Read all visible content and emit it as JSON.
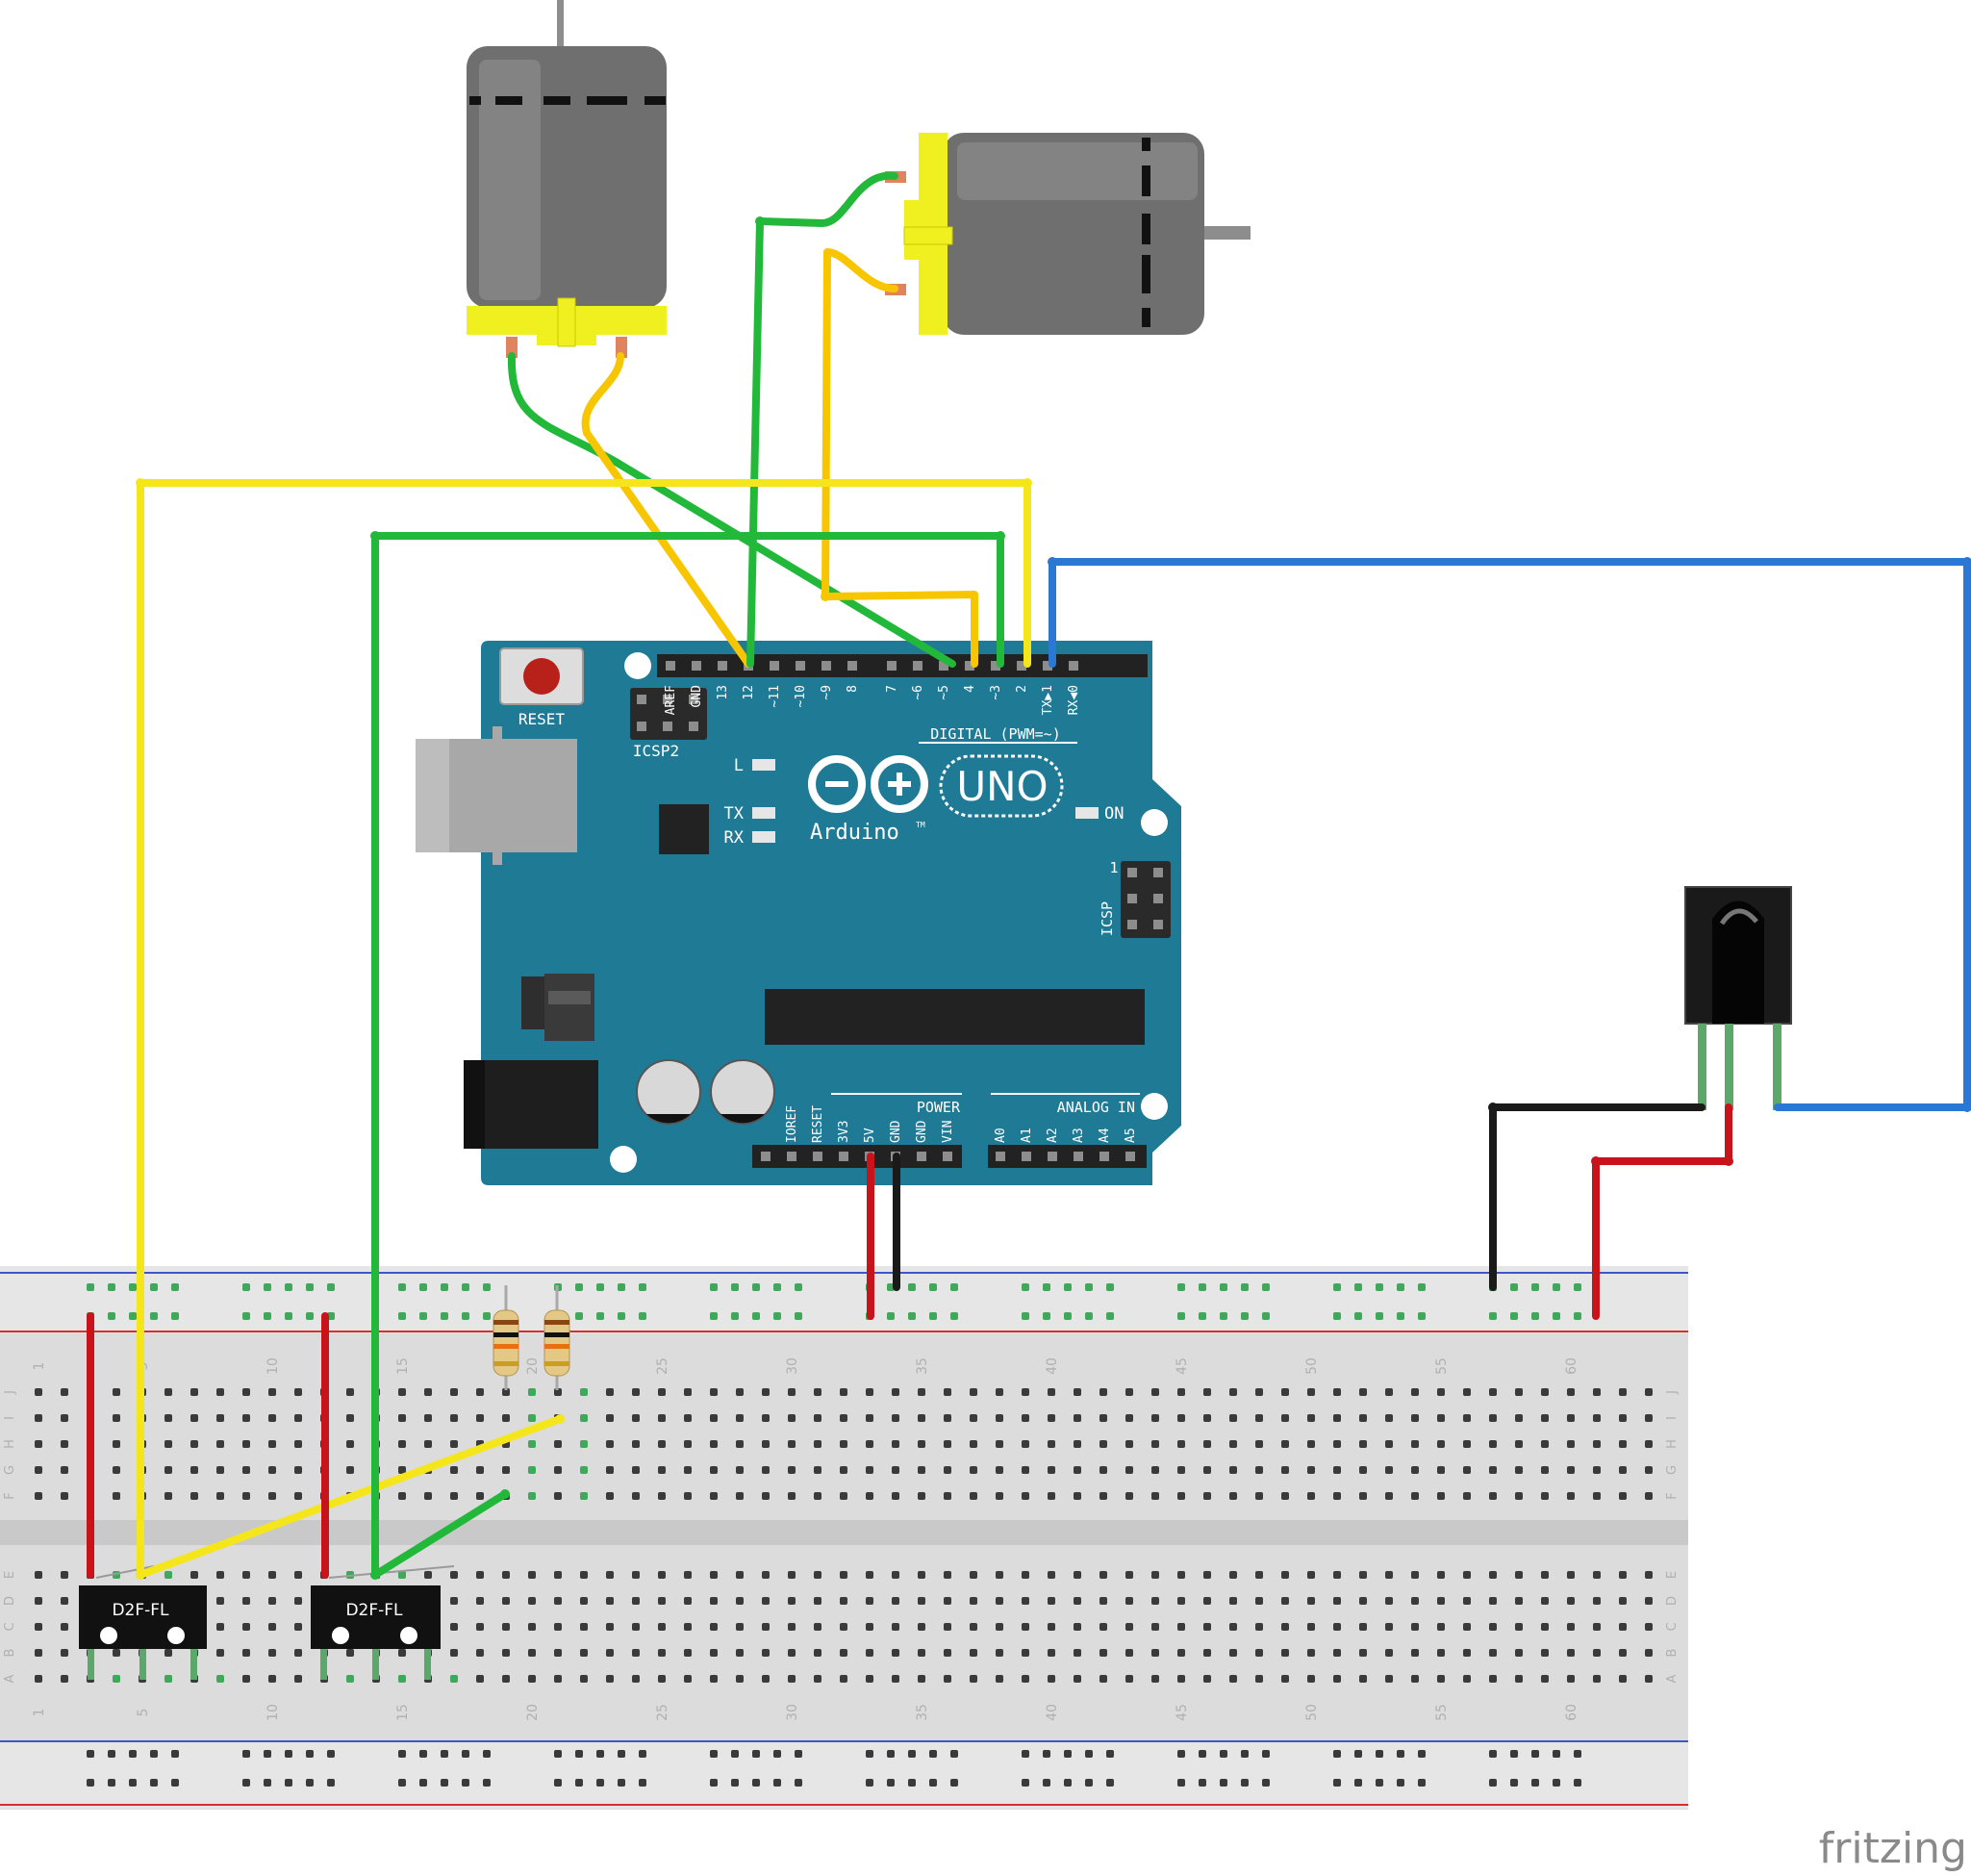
{
  "arduino": {
    "reset": "RESET",
    "icsp2": "ICSP2",
    "icsp": "ICSP",
    "icsp_pin1": "1",
    "led_l": "L",
    "tx": "TX",
    "rx": "RX",
    "on": "ON",
    "logo_uno": "UNO",
    "logo_brand": "Arduino",
    "logo_tm": "TM",
    "digital_label": "DIGITAL (PWM=~)",
    "power_label": "POWER",
    "analog_label": "ANALOG IN",
    "digital_pins": [
      "AREF",
      "GND",
      "13",
      "12",
      "~11",
      "~10",
      "~9",
      "8",
      "7",
      "~6",
      "~5",
      "4",
      "~3",
      "2",
      "TX▶1",
      "RX◀0"
    ],
    "power_pins": [
      "IOREF",
      "RESET",
      "3V3",
      "5V",
      "GND",
      "GND",
      "VIN"
    ],
    "analog_pins": [
      "A0",
      "A1",
      "A2",
      "A3",
      "A4",
      "A5"
    ]
  },
  "breadboard": {
    "row_letters_top": [
      "J",
      "I",
      "H",
      "G",
      "F"
    ],
    "row_letters_bottom": [
      "E",
      "D",
      "C",
      "B",
      "A"
    ],
    "column_numbers": [
      "1",
      "5",
      "10",
      "15",
      "20",
      "25",
      "30",
      "35",
      "40",
      "45",
      "50",
      "55",
      "60"
    ]
  },
  "switches": [
    {
      "label": "D2F-FL"
    },
    {
      "label": "D2F-FL"
    }
  ],
  "watermark": "fritzing",
  "colors": {
    "arduino_board": "#1f7a96",
    "wire_green": "#22b83a",
    "wire_yellow": "#f5e61c",
    "wire_gold": "#f7c600",
    "wire_blue": "#2a77d4",
    "wire_red": "#c8131b",
    "wire_black": "#1a1a1a",
    "motor_body": "#6b6b6b",
    "motor_cap": "#f0f020"
  }
}
